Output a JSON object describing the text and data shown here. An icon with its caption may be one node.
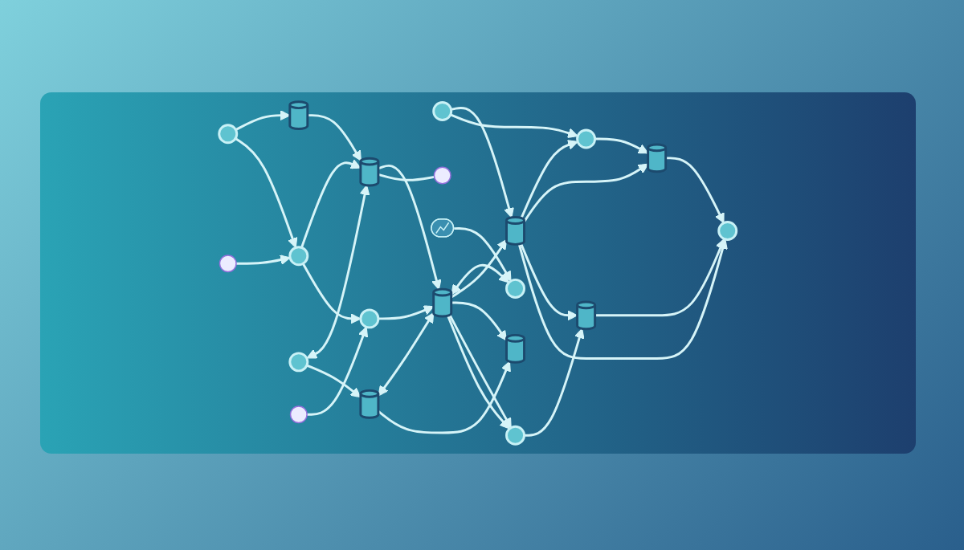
{
  "diagram": {
    "nodes": [
      {
        "text": [],
        "shape": "circle"
      },
      {
        "text": [],
        "shape": "circle"
      },
      {
        "text": [],
        "shape": "circle"
      },
      {
        "text": [],
        "shape": "circle"
      },
      {
        "text": [],
        "shape": "circle"
      },
      {
        "text": [],
        "shape": "circle"
      },
      {
        "text": [],
        "shape": "cylinder"
      },
      {
        "text": [],
        "shape": "cylinder"
      },
      {
        "text": [],
        "shape": "cylinder"
      },
      {
        "text": [],
        "shape": "cylinder"
      },
      {
        "text": [],
        "shape": "cylinder"
      },
      {
        "text": [],
        "shape": "picture"
      },
      {
        "text": [],
        "shape": "circle"
      },
      {
        "text": [],
        "shape": "cylinder"
      },
      {
        "text": [],
        "shape": "cylinder"
      },
      {
        "text": [],
        "shape": "circle"
      },
      {
        "text": [],
        "shape": "cylinder"
      },
      {
        "text": [],
        "shape": "circle"
      }
    ],
    "edges": [
      {
        "from": 0,
        "to": 6,
        "arrow": "to"
      },
      {
        "from": 1,
        "to": 7,
        "arrow": "to"
      },
      {
        "from": 2,
        "to": 8,
        "arrow": "to"
      },
      {
        "from": 4,
        "to": 9,
        "arrow": "to"
      },
      {
        "from": 5,
        "to": 10,
        "arrow": "to"
      },
      {
        "from": 0,
        "to": 1,
        "arrow": "to"
      },
      {
        "from": null,
        "to": 1,
        "arrow": "to"
      },
      {
        "from": 1,
        "to": 2,
        "arrow": "to"
      },
      {
        "from": null,
        "to": 2,
        "arrow": "to"
      },
      {
        "from": 8,
        "to": 3,
        "arrow": "both"
      },
      {
        "from": 11,
        "to": 3,
        "arrow": "to"
      },
      {
        "from": 4,
        "to": 5,
        "arrow": "to"
      },
      {
        "from": 9,
        "to": 5,
        "arrow": "to"
      },
      {
        "from": 6,
        "to": 7,
        "arrow": "to"
      },
      {
        "from": 7,
        "to": 8,
        "arrow": "to"
      },
      {
        "from": 8,
        "to": 9,
        "arrow": "to"
      },
      {
        "from": 9,
        "to": 10,
        "arrow": "to"
      },
      {
        "from": 12,
        "to": 7,
        "arrow": "both"
      },
      {
        "from": 7,
        "to": null,
        "arrow": "none"
      },
      {
        "from": 12,
        "to": 13,
        "arrow": "to"
      },
      {
        "from": 13,
        "to": 8,
        "arrow": "both"
      },
      {
        "from": 13,
        "to": 14,
        "arrow": "to"
      },
      {
        "from": 8,
        "to": 14,
        "arrow": "to"
      },
      {
        "from": 8,
        "to": 15,
        "arrow": "to"
      },
      {
        "from": 8,
        "to": 15,
        "arrow": "to"
      },
      {
        "from": 15,
        "to": 16,
        "arrow": "to"
      },
      {
        "from": 9,
        "to": 16,
        "arrow": "to"
      },
      {
        "from": 16,
        "to": 17,
        "arrow": "to"
      },
      {
        "from": 9,
        "to": 17,
        "arrow": "to"
      },
      {
        "from": 10,
        "to": 17,
        "arrow": "to"
      }
    ]
  }
}
